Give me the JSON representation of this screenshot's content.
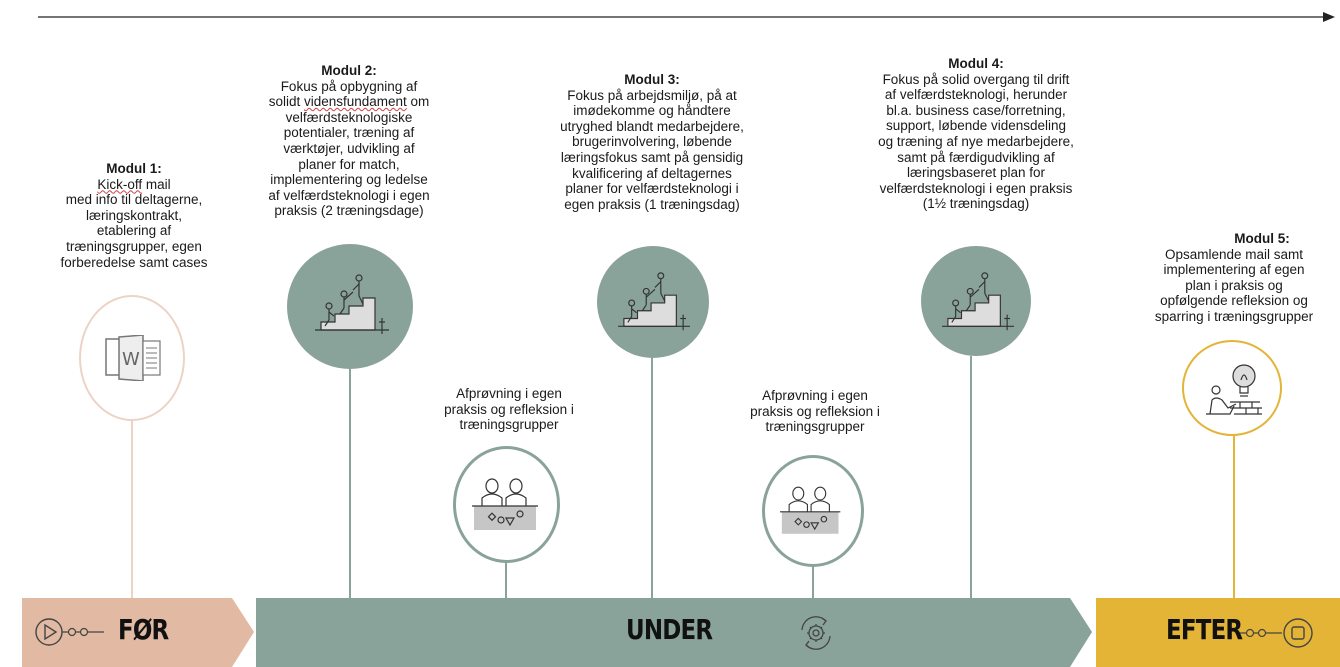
{
  "colors": {
    "for": "#e2b9a3",
    "under": "#8aa39a",
    "efter": "#e3b436",
    "stem_for": "#ecd3c6",
    "stem_under": "#8aa39a",
    "stem_efter": "#e3b436"
  },
  "modules": [
    {
      "title": "Modul 1:",
      "lines": [
        "Kick-off mail",
        "med info til deltagerne,",
        "læringskontrakt,",
        "etablering af",
        "træningsgrupper, egen",
        "forberedelse samt cases"
      ],
      "icon": "word-document-icon"
    },
    {
      "title": "Modul 2:",
      "lines": [
        "Fokus på opbygning af",
        "solidt vidensfundament om",
        "velfærdsteknologiske",
        "potentialer, træning af",
        "værktøjer, udvikling af",
        "planer for match,",
        "implementering og ledelse",
        "af velfærdsteknologi i egen",
        "praksis (2 træningsdage)"
      ],
      "icon": "stairs-people-icon"
    },
    {
      "title": "Modul 3:",
      "lines": [
        "Fokus på arbejdsmiljø, på at",
        "imødekomme og håndtere",
        "utryghed blandt medarbejdere,",
        "brugerinvolvering, løbende",
        "læringsfokus samt på gensidig",
        "kvalificering af deltagernes",
        "planer for velfærdsteknologi i",
        "egen praksis (1 træningsdag)"
      ],
      "icon": "stairs-people-icon"
    },
    {
      "title": "Modul 4:",
      "lines": [
        "Fokus på solid overgang til drift",
        "af velfærdsteknologi, herunder",
        "bl.a. business case/forretning,",
        "support, løbende vidensdeling",
        "og træning af nye medarbejdere,",
        "samt på færdigudvikling af",
        "læringsbaseret plan for",
        "velfærdsteknologi i egen praksis",
        "(1½ træningsdag)"
      ],
      "icon": "stairs-people-icon"
    },
    {
      "title": "Modul 5:",
      "lines": [
        "Opsamlende mail samt",
        "implementering af egen",
        "plan i praksis og",
        "opfølgende refleksion og",
        "sparring i træningsgrupper"
      ],
      "icon": "lightbulb-person-icon"
    }
  ],
  "practice": [
    {
      "lines": [
        "Afprøvning i egen",
        "praksis og refleksion i",
        "træningsgrupper"
      ],
      "icon": "group-discussion-icon"
    },
    {
      "lines": [
        "Afprøvning i egen",
        "praksis og refleksion i",
        "træningsgrupper"
      ],
      "icon": "group-discussion-icon"
    }
  ],
  "phases": {
    "for": {
      "label": "FØR",
      "icon": "play-icon"
    },
    "under": {
      "label": "UNDER",
      "icon": "gear-cycle-icon"
    },
    "efter": {
      "label": "EFTER",
      "icon": "stop-icon"
    }
  }
}
